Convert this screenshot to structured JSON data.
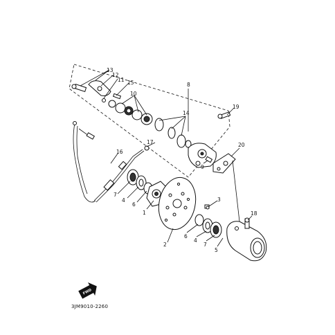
{
  "callouts": {
    "c1": "1",
    "c2": "2",
    "c3": "3",
    "c4a": "4",
    "c4b": "4",
    "c5": "5",
    "c6a": "6",
    "c6b": "6",
    "c7a": "7",
    "c7b": "7",
    "c8": "8",
    "c9": "9",
    "c10": "10",
    "c11": "11",
    "c12": "12",
    "c13": "13",
    "c14": "14",
    "c15": "15",
    "c16": "16",
    "c17": "17",
    "c18": "18",
    "c19": "19",
    "c20": "20"
  },
  "diagram_code": "3JM9010-2260",
  "fwd_badge": "FWD",
  "colors": {
    "ink": "#111111",
    "background": "#ffffff"
  }
}
